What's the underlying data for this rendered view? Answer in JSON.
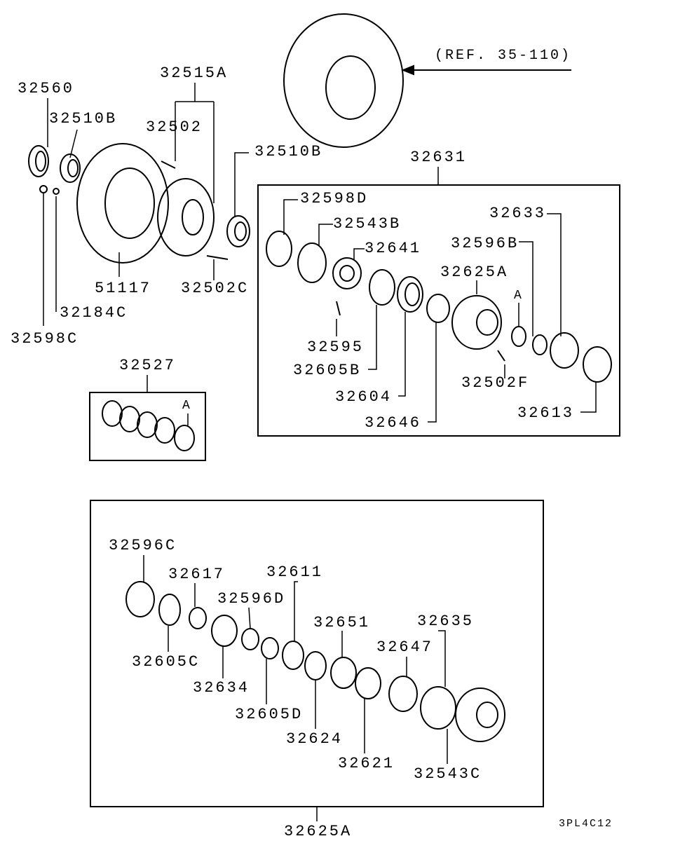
{
  "reference": "(REF. 35-110)",
  "diagram_code": "3PL4C12",
  "labels": [
    "32560",
    "32515A",
    "32510B",
    "32502",
    "32510B",
    "32631",
    "32598D",
    "32633",
    "32543B",
    "32596B",
    "32641",
    "32625A",
    "51117",
    "32502C",
    "A",
    "32184C",
    "32598C",
    "32595",
    "32605B",
    "32502F",
    "32527",
    "A",
    "32604",
    "32613",
    "32646",
    "32596C",
    "32617",
    "32611",
    "32596D",
    "32651",
    "32635",
    "32647",
    "32605C",
    "32634",
    "32605D",
    "32624",
    "32621",
    "32543C",
    "32625A"
  ]
}
